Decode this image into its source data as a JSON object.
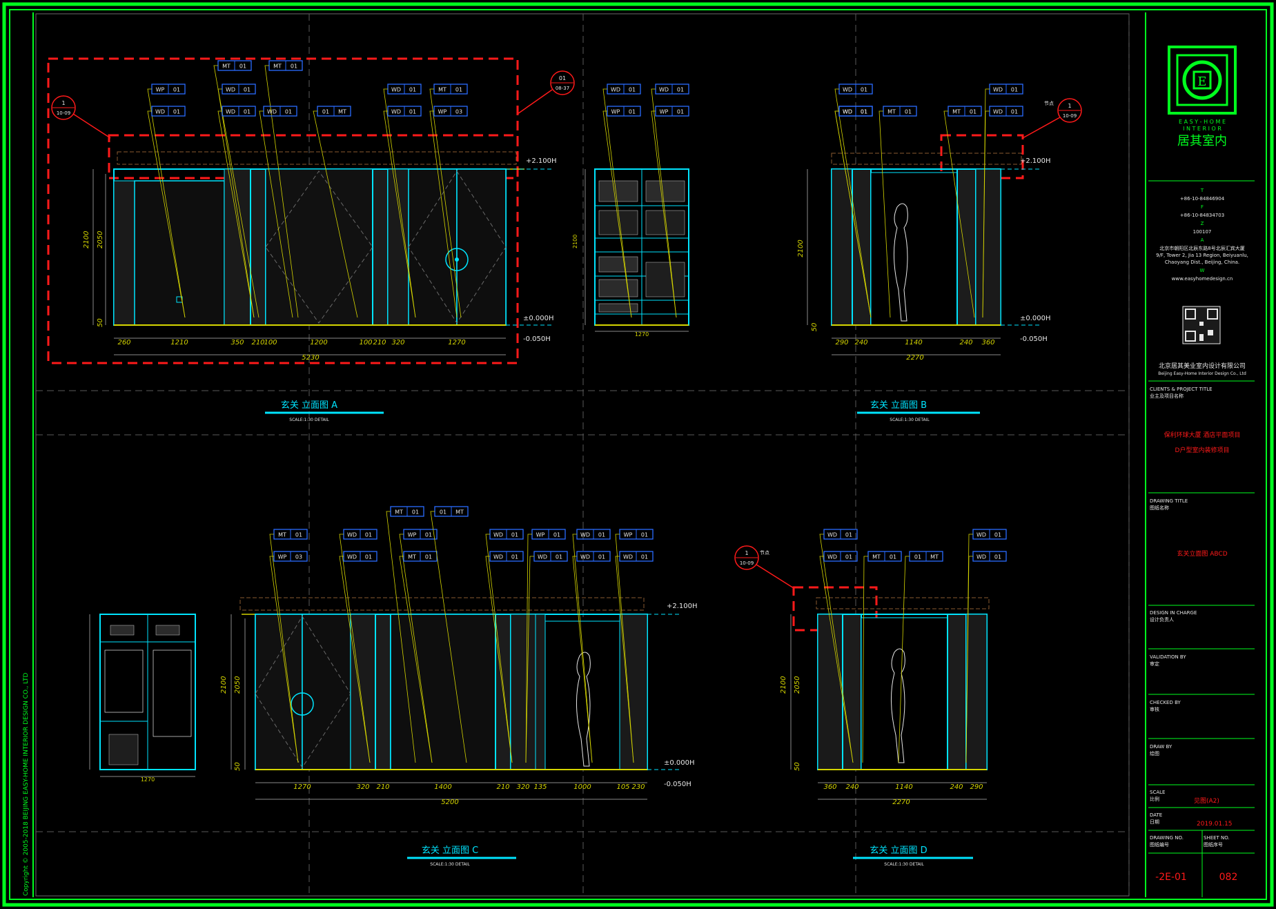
{
  "colors": {
    "frame": "#00ff1e",
    "border_inner": "#00c818",
    "cyan": "#00e5ff",
    "yellow": "#d6d600",
    "red": "#ff1a1a",
    "blue": "#2a6bff",
    "white": "#e8e8e8",
    "grey": "#6a6a6a",
    "wood": "#8a8a8a"
  },
  "sidebar": {
    "copyright": "Copyright © 2005-2018 BEIJING EASY-HOME INTERIOR DESIGN CO., LTD"
  },
  "title_block": {
    "logo_en_1": "E A S Y - H O M E",
    "logo_en_2": "I N T E R I O R",
    "logo_cn": "居其室内",
    "contact": {
      "t_label": "T",
      "t_value": "+86-10-84846904",
      "f_label": "F",
      "f_value": "+86-10-84834703",
      "z_label": "Z",
      "z_value": "100107",
      "a_label": "A",
      "a_line1": "北京市朝阳区北辰东路8号北辰汇宾大厦",
      "a_line2": "9/F, Tower 2, Jia 13 Region, Beiyuanlu,",
      "a_line3": "Chaoyang Dist., Beijing, China.",
      "w_label": "W",
      "w_value": "www.easyhomedesign.cn"
    },
    "company_cn": "北京居其美业室内设计有限公司",
    "company_en": "Beijing Easy-Home Interior Design Co., Ltd",
    "clients_label": "CLIENTS & PROJECT TITLE",
    "clients_sub": "业主及项目名称",
    "project_line1": "保利环球大厦 酒店平面项目",
    "project_line2": "D户型室内装修项目",
    "drawing_title_label": "DRAWING TITLE",
    "drawing_title_sub": "图纸名称",
    "drawing_title_value": "玄关立面图 ABCD",
    "design_label": "DESIGN IN CHARGE",
    "design_sub": "设计负责人",
    "validation_label": "VALIDATION BY",
    "validation_sub": "审定",
    "checked_label": "CHECKED BY",
    "checked_sub": "审核",
    "draw_label": "DRAW BY",
    "draw_sub": "绘图",
    "scale_label": "SCALE",
    "scale_sub": "比例",
    "scale_value": "见图(A2)",
    "date_label": "DATE",
    "date_sub": "日期",
    "date_value": "2019.01.15",
    "drawing_no_label": "DRAWING NO.",
    "drawing_no_sub": "图纸编号",
    "sheet_no_label": "SHEET NO.",
    "sheet_no_sub": "图纸序号",
    "drawing_no_value": "-2E-01",
    "sheet_no_value": "082"
  },
  "views": [
    {
      "title": "玄关 立面图 A",
      "scale": "SCALE:1:30 DETAIL"
    },
    {
      "title": "玄关 立面图 B",
      "scale": "SCALE:1:30 DETAIL"
    },
    {
      "title": "玄关 立面图 C",
      "scale": "SCALE:1:30 DETAIL"
    },
    {
      "title": "玄关 立面图 D",
      "scale": "SCALE:1:30 DETAIL"
    }
  ],
  "levels": {
    "top": "+2.100H",
    "zero": "±0.000H",
    "minus": "-0.050H"
  },
  "callouts": {
    "a_left": {
      "num": "1",
      "ref": "10-09"
    },
    "a_right": {
      "num": "01",
      "ref": "08-37"
    },
    "b_right": {
      "num": "1",
      "ref": "10-09",
      "tag": "节点"
    },
    "d_left": {
      "num": "1",
      "ref": "10-09",
      "tag": "节点"
    }
  },
  "dims": {
    "a_bottom": [
      "260",
      "1210",
      "350",
      "210",
      "100",
      "1200",
      "100",
      "210",
      "320",
      "1270"
    ],
    "a_total": "5230",
    "a_left_heights": [
      "2100",
      "2050",
      "50"
    ],
    "a_cabinet_w": "1270",
    "a_cabinet_h": "2100",
    "b_bottom": [
      "290",
      "240",
      "1140",
      "240",
      "360"
    ],
    "b_total": "2270",
    "b_left_heights": [
      "2100",
      "50"
    ],
    "c_bottom": [
      "1270",
      "320",
      "210",
      "1400",
      "210",
      "320",
      "135",
      "1000",
      "105",
      "230"
    ],
    "c_total": "5200",
    "c_left_heights": [
      "2100",
      "2050",
      "50"
    ],
    "c_wardrobe_w": "1270",
    "d_bottom": [
      "360",
      "240",
      "1140",
      "240",
      "290"
    ],
    "d_total": "2270",
    "d_left_heights": [
      "2100",
      "2050",
      "50"
    ]
  },
  "tags": {
    "a": [
      {
        "c": "WP",
        "n": "01"
      },
      {
        "c": "WD",
        "n": "01"
      },
      {
        "c": "MT",
        "n": "01"
      },
      {
        "c": "WD",
        "n": "01"
      },
      {
        "c": "MT",
        "n": "01"
      },
      {
        "c": "WD",
        "n": "01"
      },
      {
        "c": "WD",
        "n": "01"
      },
      {
        "c": "01",
        "n": "MT"
      },
      {
        "c": "WD",
        "n": "01"
      },
      {
        "c": "WD",
        "n": "01"
      },
      {
        "c": "MT",
        "n": "01"
      },
      {
        "c": "WP",
        "n": "03"
      }
    ],
    "a_cab": [
      {
        "c": "WD",
        "n": "01"
      },
      {
        "c": "WD",
        "n": "01"
      },
      {
        "c": "WP",
        "n": "01"
      },
      {
        "c": "WP",
        "n": "01"
      }
    ],
    "b": [
      {
        "c": "WD",
        "n": "01"
      },
      {
        "c": "WD",
        "n": "01"
      },
      {
        "c": "MT",
        "n": "01"
      },
      {
        "c": "MT",
        "n": "01"
      },
      {
        "c": "WD",
        "n": "01"
      },
      {
        "c": "WD",
        "n": "01"
      },
      {
        "c": "WD",
        "n": "01"
      }
    ],
    "c": [
      {
        "c": "MT",
        "n": "01"
      },
      {
        "c": "WP",
        "n": "03"
      },
      {
        "c": "WD",
        "n": "01"
      },
      {
        "c": "WD",
        "n": "01"
      },
      {
        "c": "MT",
        "n": "01"
      },
      {
        "c": "WP",
        "n": "01"
      },
      {
        "c": "MT",
        "n": "01"
      },
      {
        "c": "01",
        "n": "MT"
      },
      {
        "c": "WD",
        "n": "01"
      },
      {
        "c": "WD",
        "n": "01"
      },
      {
        "c": "WP",
        "n": "01"
      },
      {
        "c": "WD",
        "n": "01"
      },
      {
        "c": "WD",
        "n": "01"
      },
      {
        "c": "WD",
        "n": "01"
      },
      {
        "c": "WP",
        "n": "01"
      },
      {
        "c": "WD",
        "n": "01"
      }
    ],
    "d": [
      {
        "c": "WD",
        "n": "01"
      },
      {
        "c": "WD",
        "n": "01"
      },
      {
        "c": "MT",
        "n": "01"
      },
      {
        "c": "01",
        "n": "MT"
      },
      {
        "c": "WD",
        "n": "01"
      },
      {
        "c": "WD",
        "n": "01"
      }
    ]
  }
}
